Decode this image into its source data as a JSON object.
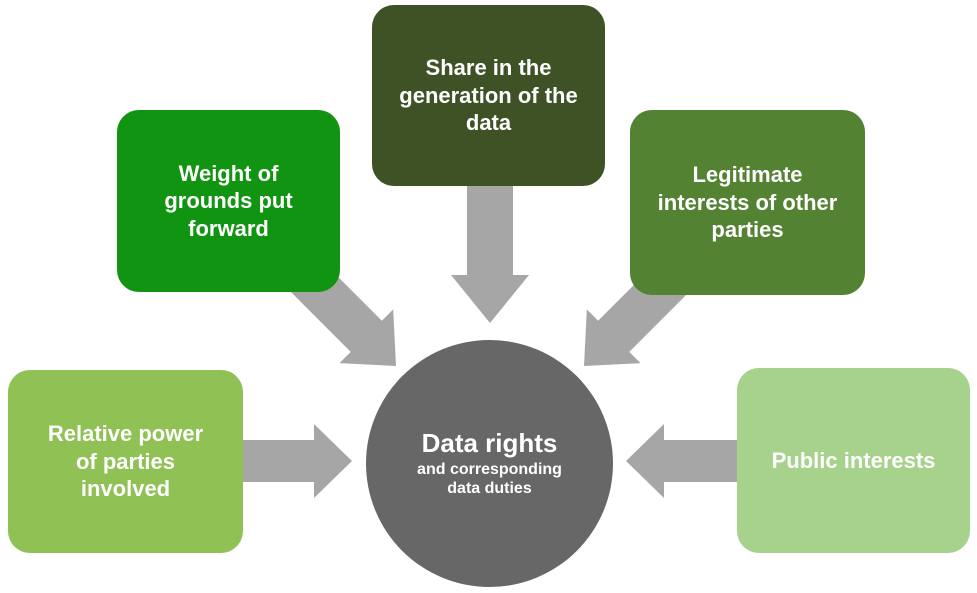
{
  "colors": {
    "box_share": "#3E5226",
    "box_weight": "#119411",
    "box_legitimate": "#538232",
    "box_relative": "#8FC155",
    "box_public": "#A7D28C",
    "circle": "#676767",
    "arrow": "#A6A6A6",
    "text": "#FFFFFF"
  },
  "boxes": [
    {
      "id": "share-generation",
      "label": "Share in the generation of the data"
    },
    {
      "id": "weight-grounds",
      "label": "Weight of grounds put forward"
    },
    {
      "id": "legitimate-interests",
      "label": "Legitimate interests of other parties"
    },
    {
      "id": "relative-power",
      "label": "Relative power of parties involved"
    },
    {
      "id": "public-interests",
      "label": "Public interests"
    }
  ],
  "center": {
    "title": "Data rights",
    "subtitle": "and corresponding data duties"
  }
}
